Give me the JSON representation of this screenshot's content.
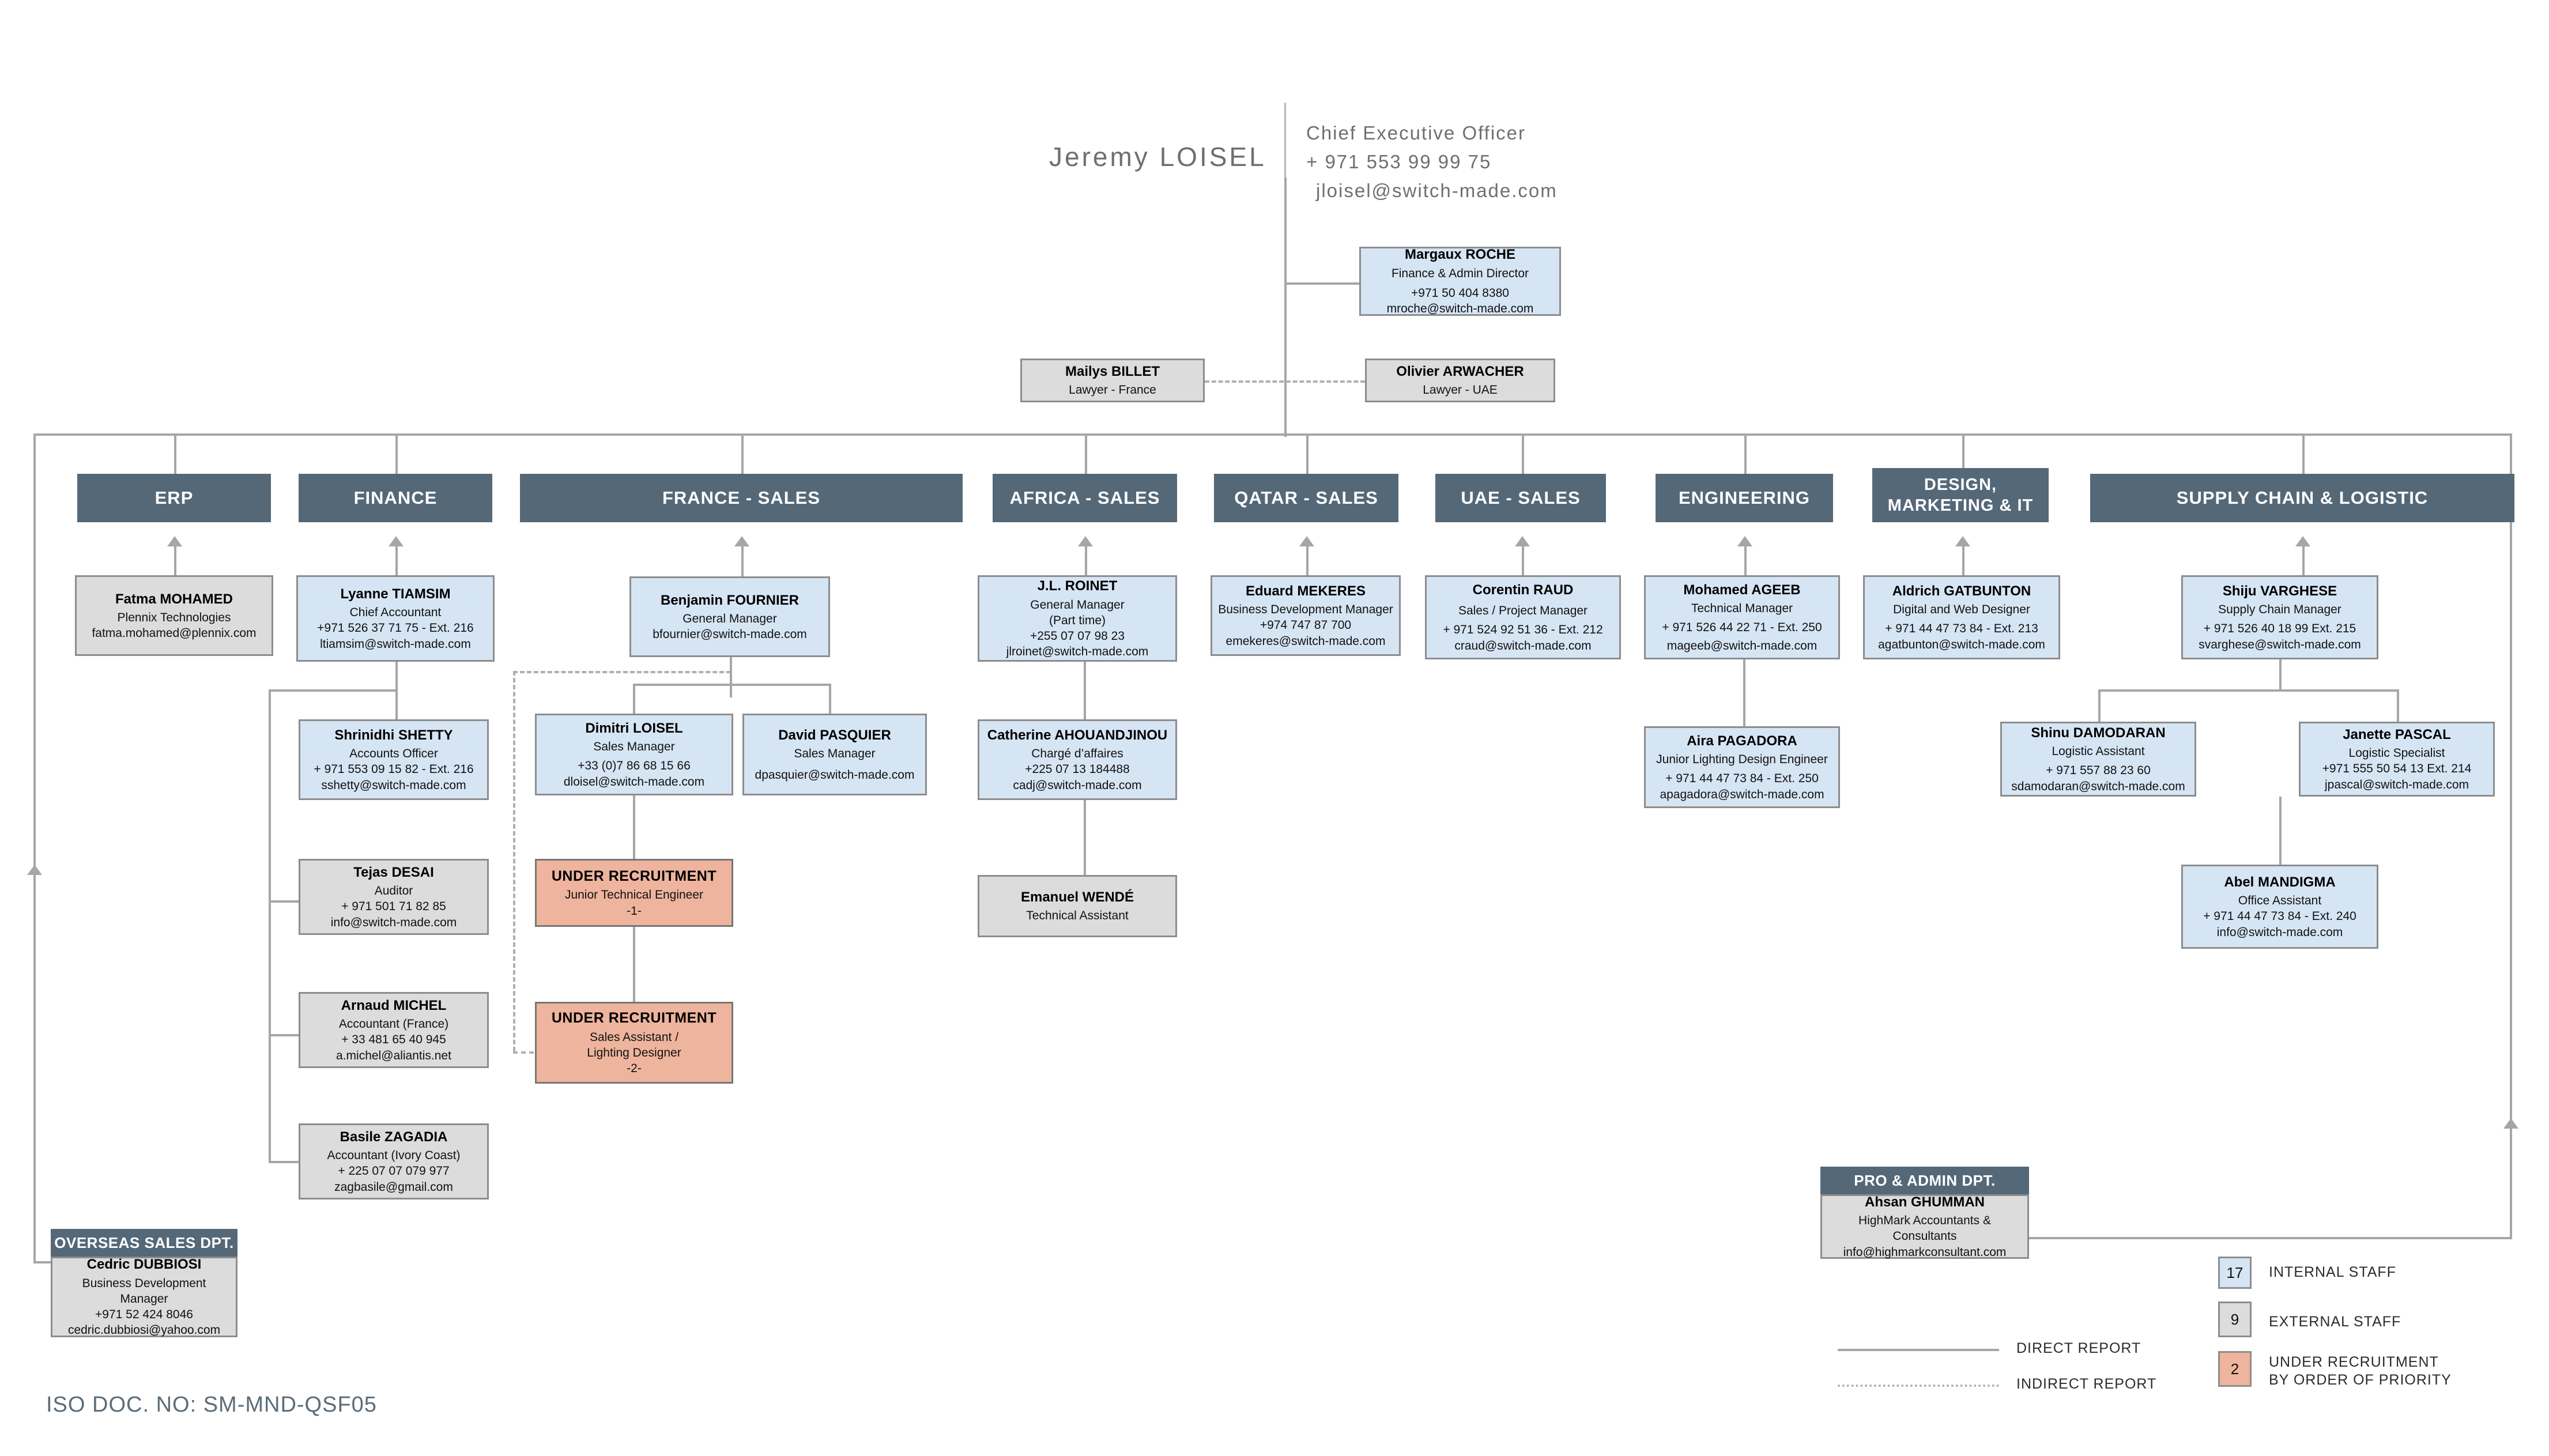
{
  "ceo": {
    "name": "Jeremy LOISEL",
    "title": "Chief Executive Officer",
    "phone": "+ 971 553 99 99 75",
    "email": "jloisel@switch-made.com"
  },
  "top_cards": {
    "finance_director": {
      "name": "Margaux ROCHE",
      "role": "Finance & Admin Director",
      "phone": "+971 50 404 8380",
      "email": "mroche@switch-made.com"
    },
    "lawyer_france": {
      "name": "Mailys BILLET",
      "role": "Lawyer - France"
    },
    "lawyer_uae": {
      "name": "Olivier ARWACHER",
      "role": "Lawyer - UAE"
    }
  },
  "departments": [
    {
      "key": "erp",
      "label": "ERP"
    },
    {
      "key": "finance",
      "label": "FINANCE"
    },
    {
      "key": "france_sales",
      "label": "FRANCE - SALES"
    },
    {
      "key": "africa_sales",
      "label": "AFRICA - SALES"
    },
    {
      "key": "qatar_sales",
      "label": "QATAR - SALES"
    },
    {
      "key": "uae_sales",
      "label": "UAE - SALES"
    },
    {
      "key": "engineering",
      "label": "ENGINEERING"
    },
    {
      "key": "design",
      "label": "DESIGN,\nMARKETING & IT"
    },
    {
      "key": "supply",
      "label": "SUPPLY CHAIN & LOGISTIC"
    }
  ],
  "people": {
    "fatma": {
      "name": "Fatma MOHAMED",
      "role": "Plennix Technologies",
      "phone": "",
      "email": "fatma.mohamed@plennix.com"
    },
    "lyanne": {
      "name": "Lyanne TIAMSIM",
      "role": "Chief Accountant",
      "phone": "+971 526 37 71 75  - Ext. 216",
      "email": "ltiamsim@switch-made.com"
    },
    "shrinidhi": {
      "name": "Shrinidhi SHETTY",
      "role": "Accounts Officer",
      "phone": "+ 971 553 09 15 82  - Ext. 216",
      "email": "sshetty@switch-made.com"
    },
    "tejas": {
      "name": "Tejas DESAI",
      "role": "Auditor",
      "phone": "+ 971 501 71 82 85",
      "email": "info@switch-made.com"
    },
    "arnaud": {
      "name": "Arnaud MICHEL",
      "role": "Accountant (France)",
      "phone": "+ 33 481 65 40 945",
      "email": "a.michel@aliantis.net"
    },
    "basile": {
      "name": "Basile ZAGADIA",
      "role": "Accountant (Ivory Coast)",
      "phone": "+ 225 07 07 079 977",
      "email": "zagbasile@gmail.com"
    },
    "benjamin": {
      "name": "Benjamin FOURNIER",
      "role": "General Manager",
      "phone": "",
      "email": "bfournier@switch-made.com"
    },
    "dimitri": {
      "name": "Dimitri LOISEL",
      "role": "Sales Manager",
      "phone": "+33 (0)7 86 68 15 66",
      "email": "dloisel@switch-made.com"
    },
    "david": {
      "name": "David PASQUIER",
      "role": "Sales Manager",
      "phone": "",
      "email": "dpasquier@switch-made.com"
    },
    "jlroinet": {
      "name": "J.L. ROINET",
      "role": "General Manager",
      "role2": "(Part time)",
      "phone": "+255 07 07 98 23",
      "email": "jlroinet@switch-made.com"
    },
    "catherine": {
      "name": "Catherine AHOUANDJINOU",
      "role": "Chargé d’affaires",
      "phone": "+225 07 13 184488",
      "email": "cadj@switch-made.com"
    },
    "emanuel": {
      "name": "Emanuel WENDÉ",
      "role": "Technical Assistant",
      "phone": "",
      "email": ""
    },
    "eduard": {
      "name": "Eduard MEKERES",
      "role": "Business Development Manager",
      "phone": "+974 747 87 700",
      "email": "emekeres@switch-made.com"
    },
    "corentin": {
      "name": "Corentin RAUD",
      "role": "Sales / Project Manager",
      "phone": "+ 971 524 92 51 36  - Ext. 212",
      "email": "craud@switch-made.com"
    },
    "mohamed": {
      "name": "Mohamed AGEEB",
      "role": "Technical Manager",
      "phone": "+ 971 526 44 22 71 - Ext. 250",
      "email": "mageeb@switch-made.com"
    },
    "aira": {
      "name": "Aira PAGADORA",
      "role": "Junior Lighting Design Engineer",
      "phone": "+ 971 44 47 73 84 - Ext. 250",
      "email": "apagadora@switch-made.com"
    },
    "aldrich": {
      "name": "Aldrich GATBUNTON",
      "role": "Digital and Web Designer",
      "phone": "+ 971 44 47 73 84 - Ext. 213",
      "email": "agatbunton@switch-made.com"
    },
    "shiju": {
      "name": "Shiju VARGHESE",
      "role": "Supply Chain Manager",
      "phone": "+ 971 526 40 18 99  Ext. 215",
      "email": "svarghese@switch-made.com"
    },
    "shinu": {
      "name": "Shinu DAMODARAN",
      "role": "Logistic Assistant",
      "phone": "+ 971 557 88 23 60",
      "email": "sdamodaran@switch-made.com"
    },
    "janette": {
      "name": "Janette PASCAL",
      "role": "Logistic Specialist",
      "phone": "+971 555 50 54 13  Ext. 214",
      "email": "jpascal@switch-made.com"
    },
    "abel": {
      "name": "Abel MANDIGMA",
      "role": "Office Assistant",
      "phone": "+ 971 44 47 73 84 - Ext. 240",
      "email": "info@switch-made.com"
    },
    "ahsan": {
      "name": "Ahsan GHUMMAN",
      "role": "HighMark Accountants & Consultants",
      "phone": "",
      "email": "info@highmarkconsultant.com"
    },
    "cedric": {
      "name": "Cedric DUBBIOSI",
      "role": "Business Development Manager",
      "phone": "+971 52 424 8046",
      "email": "cedric.dubbiosi@yahoo.com"
    }
  },
  "recruitment": {
    "r1": {
      "title": "UNDER RECRUITMENT",
      "role": "Junior Technical Engineer",
      "priority": "-1-"
    },
    "r2": {
      "title": "UNDER RECRUITMENT",
      "role": "Sales Assistant /",
      "role2": "Lighting Designer",
      "priority": "-2-"
    }
  },
  "sections": {
    "pro_admin_title": "PRO & ADMIN DPT.",
    "overseas_title": "OVERSEAS SALES DPT."
  },
  "legend": {
    "direct_report": "DIRECT REPORT",
    "indirect_report": "INDIRECT REPORT",
    "internal_count": "17",
    "internal_label": "INTERNAL STAFF",
    "external_count": "9",
    "external_label": "EXTERNAL STAFF",
    "recruit_count": "2",
    "recruit_label": "UNDER RECRUITMENT\nBY ORDER OF PRIORITY"
  },
  "footer": {
    "iso": "ISO DOC. NO: SM-MND-QSF05"
  },
  "colors": {
    "dept_header": "#546878",
    "internal": "#d6e5f4",
    "external": "#dcdcdc",
    "recruitment": "#eeb49d",
    "line": "#a6a6a6"
  }
}
